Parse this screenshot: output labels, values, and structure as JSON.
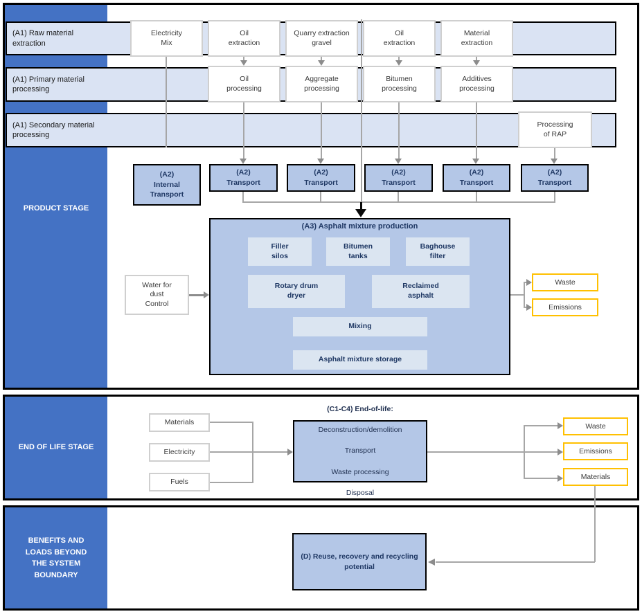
{
  "colors": {
    "sidebar_blue": "#4472c4",
    "band_blue": "#dae3f3",
    "process_blue": "#b4c7e7",
    "inner_blue": "#dbe5f1",
    "output_yellow": "#ffc000",
    "line_gray": "#a6a6a6"
  },
  "product_stage": {
    "sidebar_label": "PRODUCT STAGE",
    "bands": [
      {
        "label": "(A1) Raw material\nextraction"
      },
      {
        "label": "(A1) Primary material\nprocessing"
      },
      {
        "label": "(A1) Secondary material\nprocessing"
      }
    ],
    "raw_boxes": [
      "Electricity\nMix",
      "Oil\nextraction",
      "Quarry extraction\ngravel",
      "Oil\nextraction",
      "Material\nextraction"
    ],
    "primary_boxes": [
      "Oil\nprocessing",
      "Aggregate\nprocessing",
      "Bitumen\nprocessing",
      "Additives\nprocessing"
    ],
    "secondary_boxes": [
      "Processing\nof RAP"
    ],
    "internal_transport": "(A2)\nInternal\nTransport",
    "transports": [
      "(A2)\nTransport",
      "(A2)\nTransport",
      "(A2)\nTransport",
      "(A2)\nTransport",
      "(A2)\nTransport"
    ],
    "production": {
      "title": "(A3) Asphalt mixture production",
      "units": [
        "Filler\nsilos",
        "Bitumen\ntanks",
        "Baghouse\nfilter",
        "Rotary drum\ndryer",
        "Reclaimed\nasphalt",
        "Mixing",
        "Asphalt mixture storage"
      ]
    },
    "water_input": "Water for\ndust\nControl",
    "outputs": [
      "Waste",
      "Emissions"
    ]
  },
  "end_of_life_stage": {
    "sidebar_label": "END OF LIFE STAGE",
    "inputs": [
      "Materials",
      "Electricity",
      "Fuels"
    ],
    "process": {
      "title": "(C1-C4) End-of-life:",
      "steps": [
        "Deconstruction/demolition",
        "Transport",
        "Waste processing",
        "Disposal"
      ]
    },
    "outputs": [
      "Waste",
      "Emissions",
      "Materials"
    ]
  },
  "benefits_stage": {
    "sidebar_label": "BENEFITS AND\nLOADS BEYOND\nTHE SYSTEM\nBOUNDARY",
    "process": "(D) Reuse, recovery and recycling\npotential"
  }
}
